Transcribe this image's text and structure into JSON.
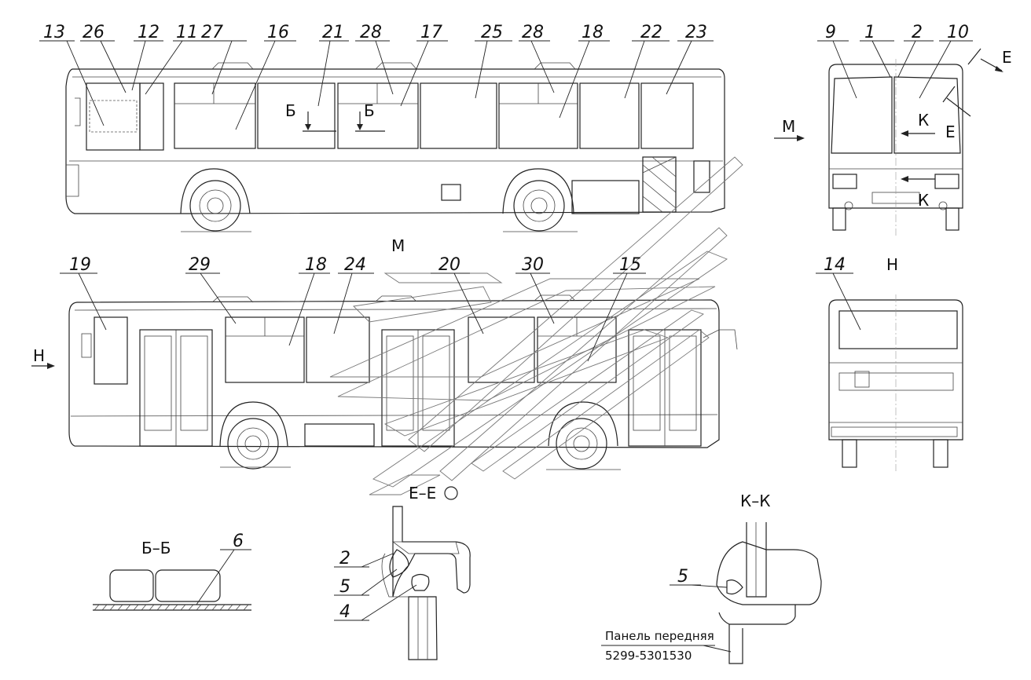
{
  "callouts": [
    {
      "id": "c13",
      "text": "13"
    },
    {
      "id": "c26",
      "text": "26"
    },
    {
      "id": "c12",
      "text": "12"
    },
    {
      "id": "c11",
      "text": "11"
    },
    {
      "id": "c27",
      "text": "27"
    },
    {
      "id": "c16",
      "text": "16"
    },
    {
      "id": "c21",
      "text": "21"
    },
    {
      "id": "c28a",
      "text": "28"
    },
    {
      "id": "c17",
      "text": "17"
    },
    {
      "id": "c25",
      "text": "25"
    },
    {
      "id": "c28b",
      "text": "28"
    },
    {
      "id": "c18a",
      "text": "18"
    },
    {
      "id": "c22",
      "text": "22"
    },
    {
      "id": "c23",
      "text": "23"
    },
    {
      "id": "c9",
      "text": "9"
    },
    {
      "id": "c1",
      "text": "1"
    },
    {
      "id": "c2",
      "text": "2"
    },
    {
      "id": "c10",
      "text": "10"
    },
    {
      "id": "c19",
      "text": "19"
    },
    {
      "id": "c29",
      "text": "29"
    },
    {
      "id": "c18b",
      "text": "18"
    },
    {
      "id": "c24",
      "text": "24"
    },
    {
      "id": "c20",
      "text": "20"
    },
    {
      "id": "c30",
      "text": "30"
    },
    {
      "id": "c15",
      "text": "15"
    },
    {
      "id": "c14",
      "text": "14"
    },
    {
      "id": "c6",
      "text": "6"
    },
    {
      "id": "c2s",
      "text": "2"
    },
    {
      "id": "c5s",
      "text": "5"
    },
    {
      "id": "c4s",
      "text": "4"
    },
    {
      "id": "c5k",
      "text": "5"
    }
  ],
  "view_marks": {
    "b1": "Б",
    "b2": "Б",
    "m_arrow": "М",
    "m_title": "М",
    "n_arrow": "Н",
    "n_title": "Н",
    "k_upper": "К",
    "k_lower": "К",
    "e_upper": "Е",
    "e_lower": "Е"
  },
  "sections": {
    "bb": "Б–Б",
    "ee": "Е–Е",
    "kk": "К–К"
  },
  "note": {
    "part_name": "Панель передняя",
    "part_number": "5299-5301530"
  }
}
